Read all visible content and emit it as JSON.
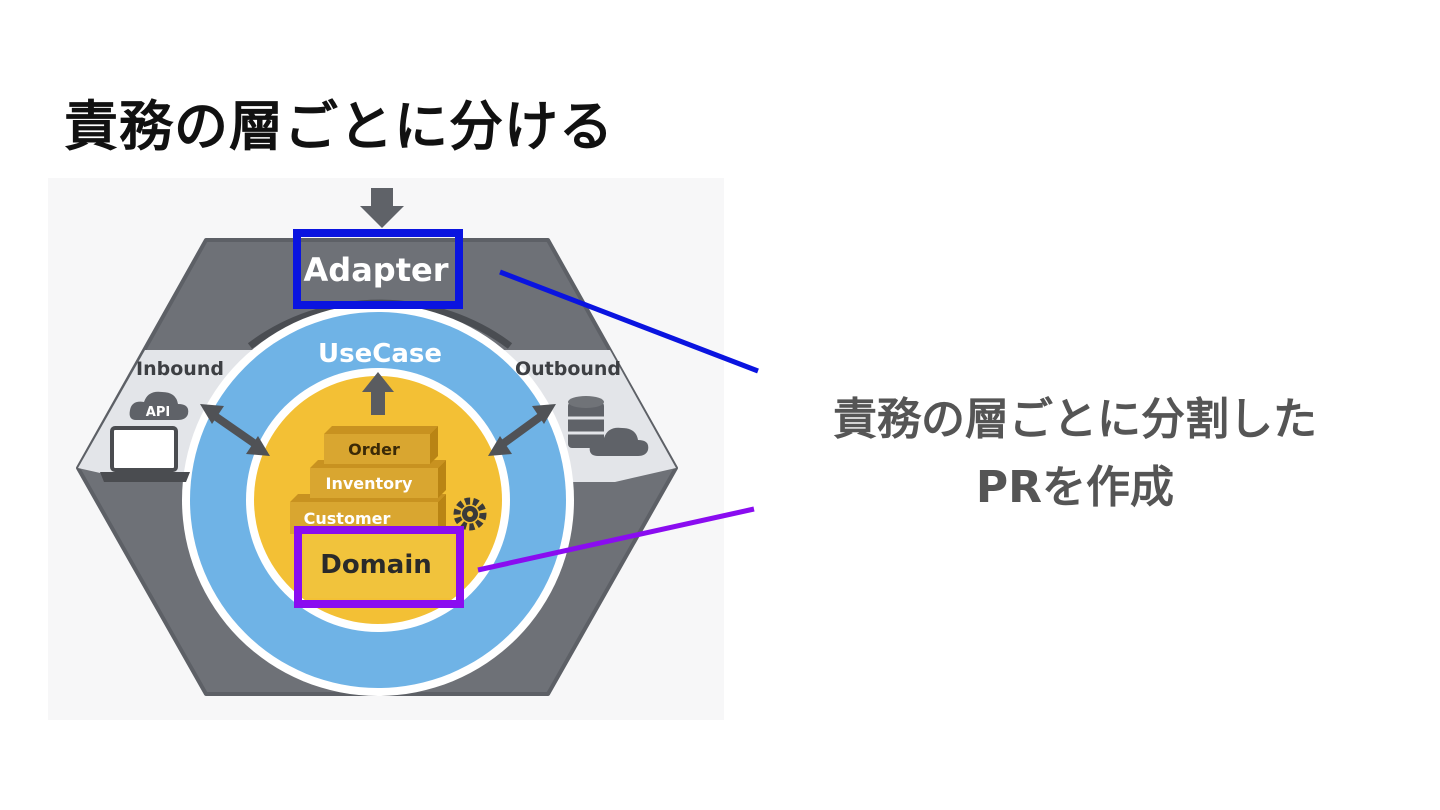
{
  "slide": {
    "title": "責務の層ごとに分ける"
  },
  "diagram": {
    "adapter_label": "Adapter",
    "usecase_label": "UseCase",
    "inbound_label": "Inbound",
    "outbound_label": "Outbound",
    "api_label": "API",
    "domain_label": "Domain",
    "blocks": [
      "Order",
      "Inventory",
      "Customer"
    ]
  },
  "callout": {
    "line1": "責務の層ごとに分割した",
    "line2": "PRを作成"
  },
  "colors": {
    "hexagon_outer": "#6e7177",
    "hexagon_band": "#e3e5e9",
    "usecase_ring": "#6fb3e6",
    "domain_core": "#f3c035",
    "block_fill": "#d9a630",
    "adapter_highlight": "#0a14e0",
    "domain_highlight": "#8a0cf0"
  }
}
